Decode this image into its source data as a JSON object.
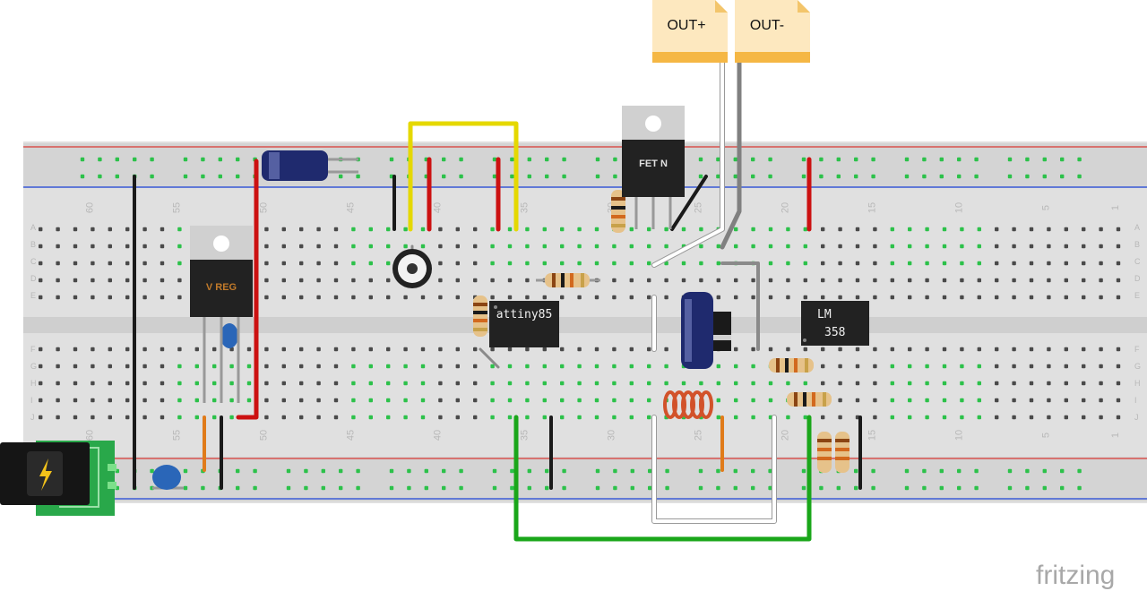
{
  "board": {
    "col_numbers_top": [
      "60",
      "55",
      "50",
      "45",
      "40",
      "35",
      "30",
      "25",
      "20",
      "15",
      "10",
      "5",
      "1"
    ],
    "col_numbers_bottom": [
      "60",
      "55",
      "50",
      "45",
      "40",
      "35",
      "30",
      "25",
      "20",
      "15",
      "10",
      "5",
      "1"
    ],
    "row_letters_top": [
      "A",
      "B",
      "C",
      "D",
      "E"
    ],
    "row_letters_bottom": [
      "F",
      "G",
      "H",
      "I",
      "J"
    ]
  },
  "components": {
    "vreg_label": "V REG",
    "fet_label": "FET N",
    "mcu_label": "attiny85",
    "opamp_label_1": "LM",
    "opamp_label_2": "358",
    "out_plus": "OUT+",
    "out_minus": "OUT-"
  },
  "branding": {
    "logo": "fritzing"
  },
  "colors": {
    "board": "#dcdcdc",
    "rail_red": "#d9534f",
    "rail_blue": "#3b5bd6",
    "wire_red": "#cc1111",
    "wire_yellow": "#f2e600",
    "wire_green": "#1aa61a",
    "wire_gray": "#8a8a8a",
    "wire_white": "#ffffff",
    "wire_black": "#1a1a1a",
    "wire_orange": "#e07b1a",
    "hole_active": "#27c23a",
    "hole_idle": "#555555",
    "label_bg": "#fbe3b4",
    "label_fold": "#f2b33a"
  }
}
